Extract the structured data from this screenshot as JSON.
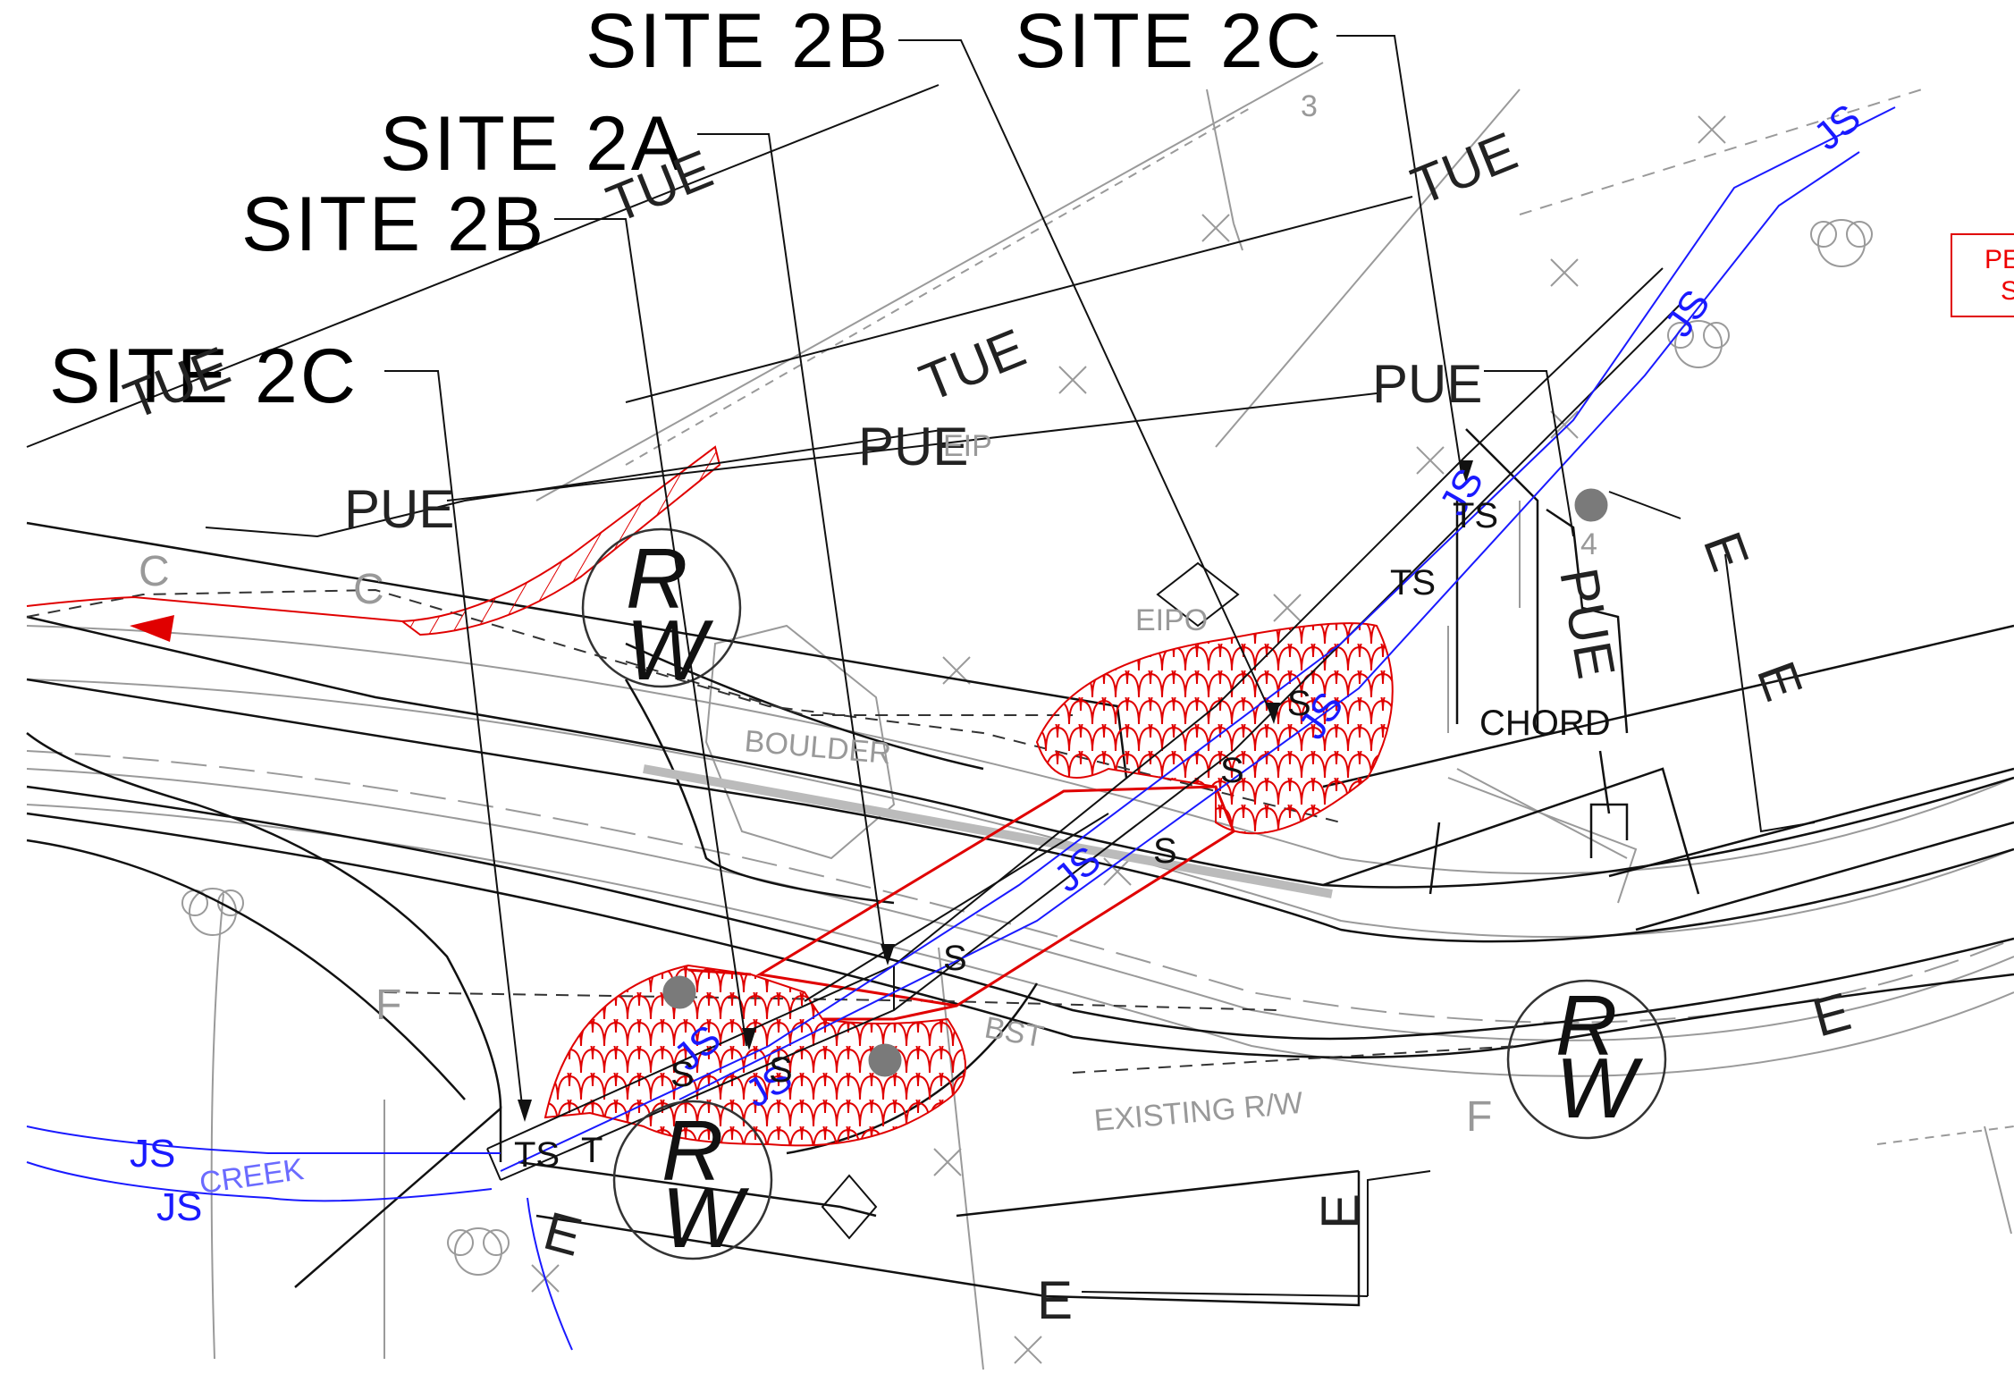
{
  "site_labels": {
    "top_2b": "SITE 2B",
    "top_2c": "SITE 2C",
    "mid_2a": "SITE 2A",
    "mid_2b": "SITE 2B",
    "left_2c": "SITE 2C"
  },
  "easement_labels": {
    "tue": "TUE",
    "pue": "PUE",
    "e": "E",
    "chord": "CHORD",
    "c": "C",
    "f": "F"
  },
  "utility_labels": {
    "js": "JS",
    "ts": "TS",
    "s": "S",
    "t": "T"
  },
  "map_annotations": {
    "boulder": "BOULDER",
    "existing_rw": "EXISTING R/W",
    "creek": "CREEK",
    "eip": "EIP",
    "eipo": "EIPO",
    "bst": "BST",
    "rw_letter_r": "R",
    "rw_letter_w": "W",
    "lot_number_3": "3",
    "lot_number_4": "4"
  },
  "legend_box": {
    "line1": "PE",
    "line2": "S"
  },
  "colors": {
    "linework": "#000000",
    "grey_linework": "#9a9a9a",
    "utility_js": "#1a1aff",
    "hatch_red": "#e00000",
    "marker_fill": "#7a7a7a"
  }
}
